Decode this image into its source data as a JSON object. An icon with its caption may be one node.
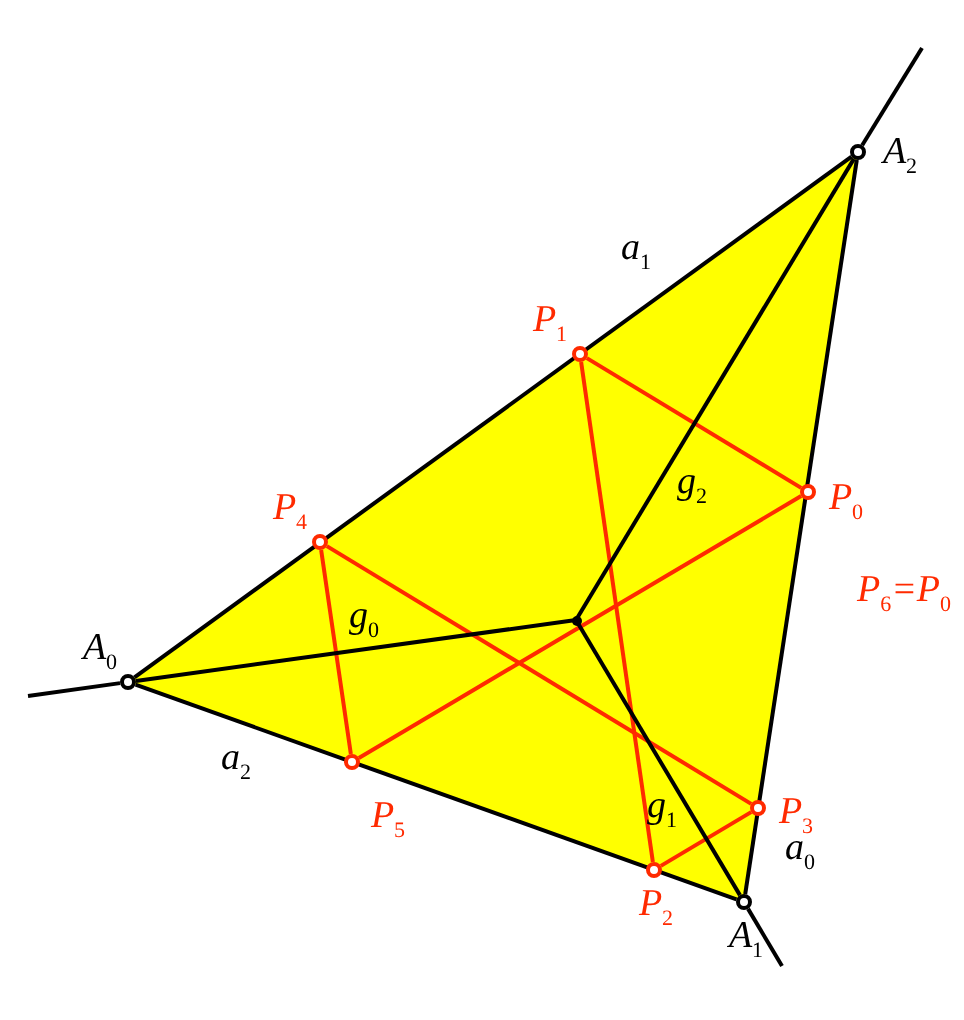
{
  "diagram": {
    "nodes": [
      {
        "text": [
          "A$_{0}$"
        ]
      },
      {
        "text": [
          "A$_{1}$"
        ]
      },
      {
        "text": [
          "A$_{2}$"
        ]
      },
      {
        "text": [
          "P$_{0}$"
        ]
      },
      {
        "text": [
          "P$_{1}$"
        ]
      },
      {
        "text": [
          "P$_{2}$"
        ]
      },
      {
        "text": [
          "P$_{3}$"
        ]
      },
      {
        "text": [
          "P$_{4}$"
        ]
      },
      {
        "text": [
          "P$_{5}$"
        ]
      },
      {
        "text": [],
        "shape": "point"
      }
    ],
    "edges": [
      {
        "from": 2,
        "to": 0,
        "arrow": "none",
        "label": "a$_{1}$",
        "color": "#000000"
      },
      {
        "from": 2,
        "to": 1,
        "arrow": "none",
        "label": "a$_{0}$",
        "color": "#000000"
      },
      {
        "from": 1,
        "to": 0,
        "arrow": "none",
        "label": "a$_{2}$",
        "color": "#000000"
      },
      {
        "from": 3,
        "to": 4,
        "arrow": "none",
        "color": "#ff2a00"
      },
      {
        "from": 4,
        "to": 5,
        "arrow": "none",
        "color": "#ff2a00"
      },
      {
        "from": 5,
        "to": 6,
        "arrow": "none",
        "color": "#ff2a00"
      },
      {
        "from": 6,
        "to": 7,
        "arrow": "none",
        "color": "#ff2a00"
      },
      {
        "from": 7,
        "to": 8,
        "arrow": "none",
        "color": "#ff2a00"
      },
      {
        "from": 8,
        "to": 3,
        "arrow": "none",
        "color": "#ff2a00"
      },
      {
        "from": 0,
        "to": 9,
        "arrow": "none",
        "label": "g$_{0}$"
      },
      {
        "from": 1,
        "to": 9,
        "arrow": "none",
        "label": "g$_{1}$"
      },
      {
        "from": 2,
        "to": 9,
        "arrow": "none",
        "label": "g$_{2}$"
      }
    ],
    "labels": [
      "P$_{6}$=P$_{0}$"
    ]
  }
}
